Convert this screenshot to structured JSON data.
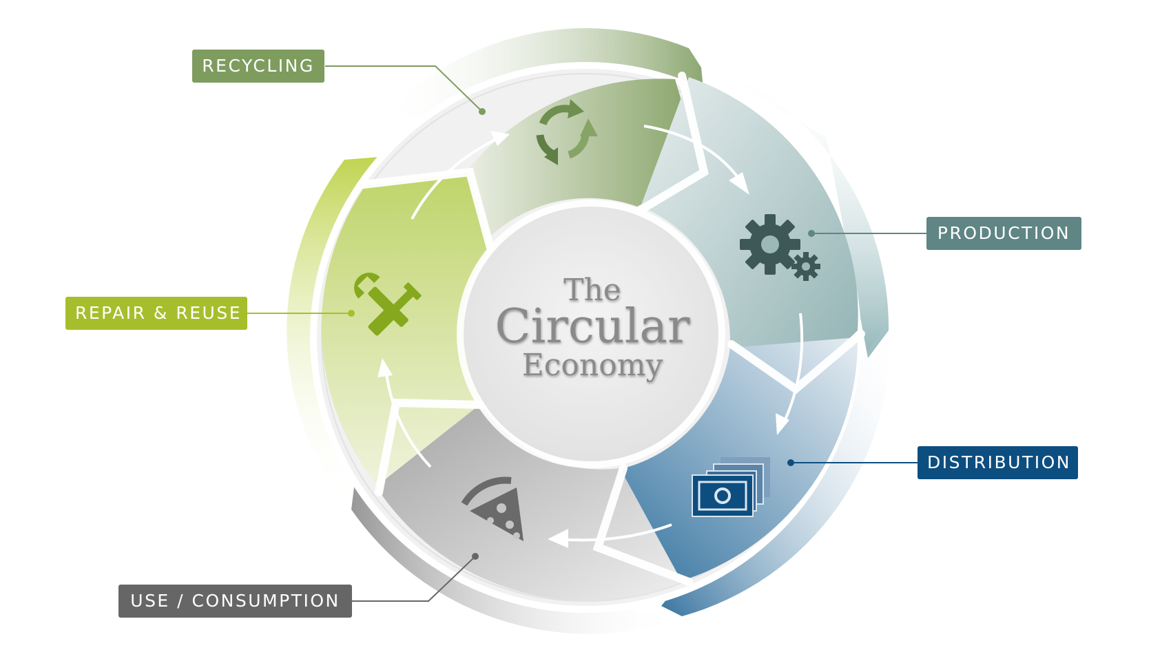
{
  "diagram": {
    "title_line1": "The",
    "title_line2": "Circular",
    "title_line3": "Economy",
    "stages": [
      {
        "label": "RECYCLING",
        "icon": "recycle-arrows-icon",
        "color": "#7d9c5e"
      },
      {
        "label": "PRODUCTION",
        "icon": "gears-icon",
        "color": "#5f8585"
      },
      {
        "label": "DISTRIBUTION",
        "icon": "cash-stack-icon",
        "color": "#0d4e80"
      },
      {
        "label": "USE / CONSUMPTION",
        "icon": "pizza-slice-icon",
        "color": "#666666"
      },
      {
        "label": "REPAIR & REUSE",
        "icon": "tools-icon",
        "color": "#a7be2c"
      }
    ],
    "flow": [
      "RECYCLING",
      "PRODUCTION",
      "DISTRIBUTION",
      "USE / CONSUMPTION",
      "REPAIR & REUSE",
      "RECYCLING"
    ]
  }
}
